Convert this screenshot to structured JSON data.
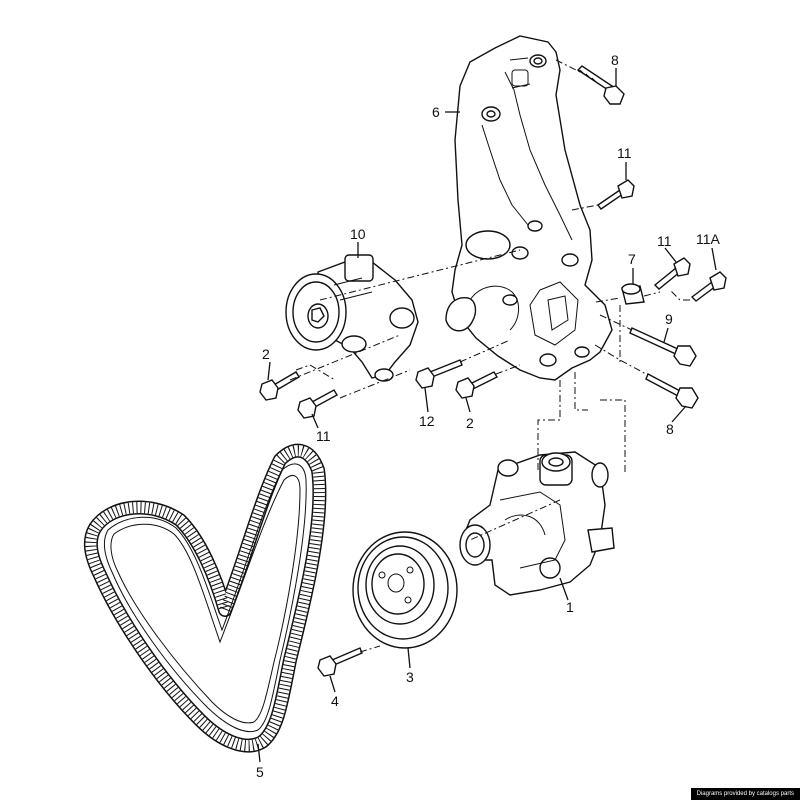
{
  "labels": {
    "part_1": "1",
    "part_2a": "2",
    "part_2b": "2",
    "part_3": "3",
    "part_4": "4",
    "part_5": "5",
    "part_6": "6",
    "part_7": "7",
    "part_8a": "8",
    "part_8b": "8",
    "part_9": "9",
    "part_10": "10",
    "part_11a": "11",
    "part_11b": "11",
    "part_11c": "11",
    "part_11A": "11A",
    "part_12": "12"
  },
  "credit": "Diagrams provided by catalogs parts"
}
